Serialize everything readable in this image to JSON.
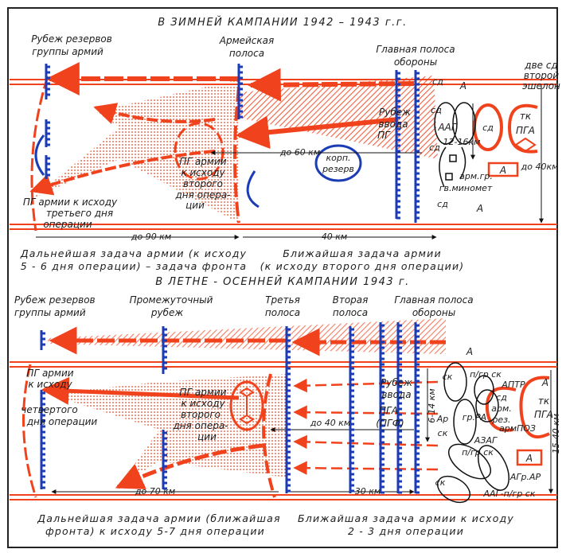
{
  "colors": {
    "red": "#f0431d",
    "blue": "#1b3cb4",
    "text": "#1d1d1d"
  },
  "top_panel": {
    "title": "В ЗИМНЕЙ КАМПАНИИ 1942 – 1943 г.г.",
    "reserve_line": [
      "Рубеж резервов",
      "группы армий"
    ],
    "army_line": [
      "Армейская",
      "полоса"
    ],
    "main_line": [
      "Главная полоса",
      "обороны"
    ],
    "second_echelon": [
      "две сд",
      "второй",
      "эшелон"
    ],
    "sd": "сд",
    "a": "А",
    "entry_line": [
      "Рубеж",
      "ввода",
      "ПГ"
    ],
    "aag": "ААГ",
    "tk": "тк",
    "pga": "ПГА",
    "dist_12_16": "12-16км",
    "arm_group": [
      "арм.гр.",
      "гв.миномет"
    ],
    "dist_40_width": "до 40км",
    "dist_60": "до 60 км",
    "corps_reserve": [
      "корп.",
      "резерв"
    ],
    "pg_day2": [
      "ПГ армии",
      "к исходу",
      "второго",
      "дня опера-",
      "ции"
    ],
    "pg_day3": [
      "ПГ армии к исходу",
      "третьего дня",
      "операции"
    ],
    "dist_90": "до 90 км",
    "dist_40": "40 км",
    "further_task": [
      "Дальнейшая задача армии (к исходу",
      "5 - 6 дня операции) – задача фронта"
    ],
    "nearest_task": [
      "Ближайшая задача армии",
      "(к исходу второго дня операции)"
    ]
  },
  "bottom_panel": {
    "title": "В ЛЕТНЕ - ОСЕННЕЙ КАМПАНИИ 1943 г.",
    "reserve_line": [
      "Рубеж резервов",
      "группы армий"
    ],
    "intermediate_line": [
      "Промежуточный",
      "рубеж"
    ],
    "third_line": [
      "Третья",
      "полоса"
    ],
    "second_line": [
      "Вторая",
      "полоса"
    ],
    "main_line": [
      "Главная полоса",
      "обороны"
    ],
    "a": "А",
    "pg_day4": [
      "ПГ армии",
      "к исходу",
      "четвертого",
      "дня операции"
    ],
    "pg_day2": [
      "ПГ армии",
      "к исходу",
      "второго",
      "дня опера-",
      "ции"
    ],
    "entry_line": [
      "Рубеж",
      "ввода",
      "ПГА",
      "(ПГФ)"
    ],
    "dist_6_14": "6-14 км",
    "dist_40": "до 40 км",
    "dist_70": "до 70 км",
    "dist_30": "30 км",
    "dist_15_40": "15-40 км",
    "sk": "ск",
    "pgr_sk": "п/гр ск",
    "aptr": "АПТР",
    "army_reserve": [
      "сд",
      "арм.",
      "рез."
    ],
    "tk": "тк",
    "pga": "ПГА",
    "ar": "Ар",
    "gr_ra": "гр.РА",
    "arm_poz": "армПОЗ",
    "azag": "АЗАГ",
    "agr_ar": "АГр.АР",
    "aag_pgr": "ААГ-п/гр ск",
    "further_task": [
      "Дальнейшая задача армии (ближайшая",
      "фронта) к исходу 5-7 дня операции"
    ],
    "nearest_task": [
      "Ближайшая задача армии к исходу",
      "2 - 3 дня операции"
    ]
  }
}
